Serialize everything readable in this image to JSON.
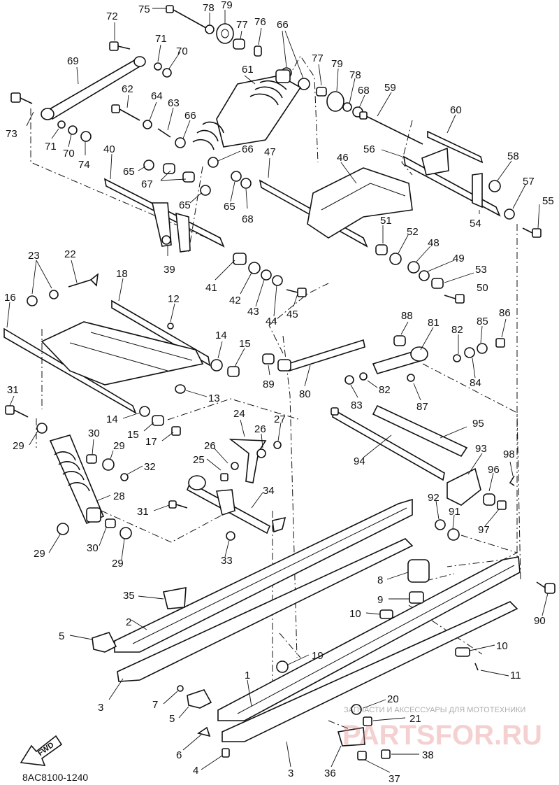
{
  "diagram": {
    "code": "8AC8100-1240",
    "fwd_label": "FWD",
    "watermark_brand": "PARTSFOR.RU",
    "watermark_tagline": "ЗАПЧАСТИ И АКСЕССУАРЫ ДЛЯ МОТОТЕХНИКИ"
  },
  "callouts": [
    {
      "id": "c72",
      "text": "72"
    },
    {
      "id": "c75",
      "text": "75"
    },
    {
      "id": "c78a",
      "text": "78"
    },
    {
      "id": "c79a",
      "text": "79"
    },
    {
      "id": "c77a",
      "text": "77"
    },
    {
      "id": "c76",
      "text": "76"
    },
    {
      "id": "c66a",
      "text": "66"
    },
    {
      "id": "c71a",
      "text": "71"
    },
    {
      "id": "c70a",
      "text": "70"
    },
    {
      "id": "c69",
      "text": "69"
    },
    {
      "id": "c61",
      "text": "61"
    },
    {
      "id": "c77b",
      "text": "77"
    },
    {
      "id": "c79b",
      "text": "79"
    },
    {
      "id": "c78b",
      "text": "78"
    },
    {
      "id": "c68a",
      "text": "68"
    },
    {
      "id": "c59",
      "text": "59"
    },
    {
      "id": "c62",
      "text": "62"
    },
    {
      "id": "c64",
      "text": "64"
    },
    {
      "id": "c63",
      "text": "63"
    },
    {
      "id": "c66b",
      "text": "66"
    },
    {
      "id": "c60",
      "text": "60"
    },
    {
      "id": "c73",
      "text": "73"
    },
    {
      "id": "c71b",
      "text": "71"
    },
    {
      "id": "c70b",
      "text": "70"
    },
    {
      "id": "c74",
      "text": "74"
    },
    {
      "id": "c40",
      "text": "40"
    },
    {
      "id": "c66c",
      "text": "66"
    },
    {
      "id": "c47",
      "text": "47"
    },
    {
      "id": "c46",
      "text": "46"
    },
    {
      "id": "c56",
      "text": "56"
    },
    {
      "id": "c58",
      "text": "58"
    },
    {
      "id": "c65a",
      "text": "65"
    },
    {
      "id": "c67",
      "text": "67"
    },
    {
      "id": "c65b",
      "text": "65"
    },
    {
      "id": "c65c",
      "text": "65"
    },
    {
      "id": "c68b",
      "text": "68"
    },
    {
      "id": "c57",
      "text": "57"
    },
    {
      "id": "c55",
      "text": "55"
    },
    {
      "id": "c54",
      "text": "54"
    },
    {
      "id": "c51",
      "text": "51"
    },
    {
      "id": "c52",
      "text": "52"
    },
    {
      "id": "c48",
      "text": "48"
    },
    {
      "id": "c49",
      "text": "49"
    },
    {
      "id": "c53",
      "text": "53"
    },
    {
      "id": "c50",
      "text": "50"
    },
    {
      "id": "c39",
      "text": "39"
    },
    {
      "id": "c41",
      "text": "41"
    },
    {
      "id": "c42",
      "text": "42"
    },
    {
      "id": "c43",
      "text": "43"
    },
    {
      "id": "c44",
      "text": "44"
    },
    {
      "id": "c45",
      "text": "45"
    },
    {
      "id": "c23",
      "text": "23"
    },
    {
      "id": "c22",
      "text": "22"
    },
    {
      "id": "c18",
      "text": "18"
    },
    {
      "id": "c12",
      "text": "12"
    },
    {
      "id": "c16",
      "text": "16"
    },
    {
      "id": "c14a",
      "text": "14"
    },
    {
      "id": "c15a",
      "text": "15"
    },
    {
      "id": "c88",
      "text": "88"
    },
    {
      "id": "c81",
      "text": "81"
    },
    {
      "id": "c82a",
      "text": "82"
    },
    {
      "id": "c85",
      "text": "85"
    },
    {
      "id": "c86",
      "text": "86"
    },
    {
      "id": "c89",
      "text": "89"
    },
    {
      "id": "c80",
      "text": "80"
    },
    {
      "id": "c82b",
      "text": "82"
    },
    {
      "id": "c84",
      "text": "84"
    },
    {
      "id": "c83",
      "text": "83"
    },
    {
      "id": "c87",
      "text": "87"
    },
    {
      "id": "c13",
      "text": "13"
    },
    {
      "id": "c31a",
      "text": "31"
    },
    {
      "id": "c14b",
      "text": "14"
    },
    {
      "id": "c15b",
      "text": "15"
    },
    {
      "id": "c17",
      "text": "17"
    },
    {
      "id": "c24",
      "text": "24"
    },
    {
      "id": "c26a",
      "text": "26"
    },
    {
      "id": "c27",
      "text": "27"
    },
    {
      "id": "c95",
      "text": "95"
    },
    {
      "id": "c29a",
      "text": "29"
    },
    {
      "id": "c30a",
      "text": "30"
    },
    {
      "id": "c29b",
      "text": "29"
    },
    {
      "id": "c26b",
      "text": "26"
    },
    {
      "id": "c25",
      "text": "25"
    },
    {
      "id": "c94",
      "text": "94"
    },
    {
      "id": "c93",
      "text": "93"
    },
    {
      "id": "c98",
      "text": "98"
    },
    {
      "id": "c32",
      "text": "32"
    },
    {
      "id": "c96",
      "text": "96"
    },
    {
      "id": "c28",
      "text": "28"
    },
    {
      "id": "c34",
      "text": "34"
    },
    {
      "id": "c31b",
      "text": "31"
    },
    {
      "id": "c92",
      "text": "92"
    },
    {
      "id": "c91",
      "text": "91"
    },
    {
      "id": "c97",
      "text": "97"
    },
    {
      "id": "c29c",
      "text": "29"
    },
    {
      "id": "c30b",
      "text": "30"
    },
    {
      "id": "c29d",
      "text": "29"
    },
    {
      "id": "c33",
      "text": "33"
    },
    {
      "id": "c8",
      "text": "8"
    },
    {
      "id": "c9",
      "text": "9"
    },
    {
      "id": "c10a",
      "text": "10"
    },
    {
      "id": "c35",
      "text": "35"
    },
    {
      "id": "c90",
      "text": "90"
    },
    {
      "id": "c2",
      "text": "2"
    },
    {
      "id": "c5a",
      "text": "5"
    },
    {
      "id": "c10b",
      "text": "10"
    },
    {
      "id": "c19",
      "text": "19"
    },
    {
      "id": "c11",
      "text": "11"
    },
    {
      "id": "c3a",
      "text": "3"
    },
    {
      "id": "c1",
      "text": "1"
    },
    {
      "id": "c7",
      "text": "7"
    },
    {
      "id": "c5b",
      "text": "5"
    },
    {
      "id": "c20",
      "text": "20"
    },
    {
      "id": "c21",
      "text": "21"
    },
    {
      "id": "c6",
      "text": "6"
    },
    {
      "id": "c38",
      "text": "38"
    },
    {
      "id": "c4",
      "text": "4"
    },
    {
      "id": "c3b",
      "text": "3"
    },
    {
      "id": "c36",
      "text": "36"
    },
    {
      "id": "c37",
      "text": "37"
    }
  ]
}
